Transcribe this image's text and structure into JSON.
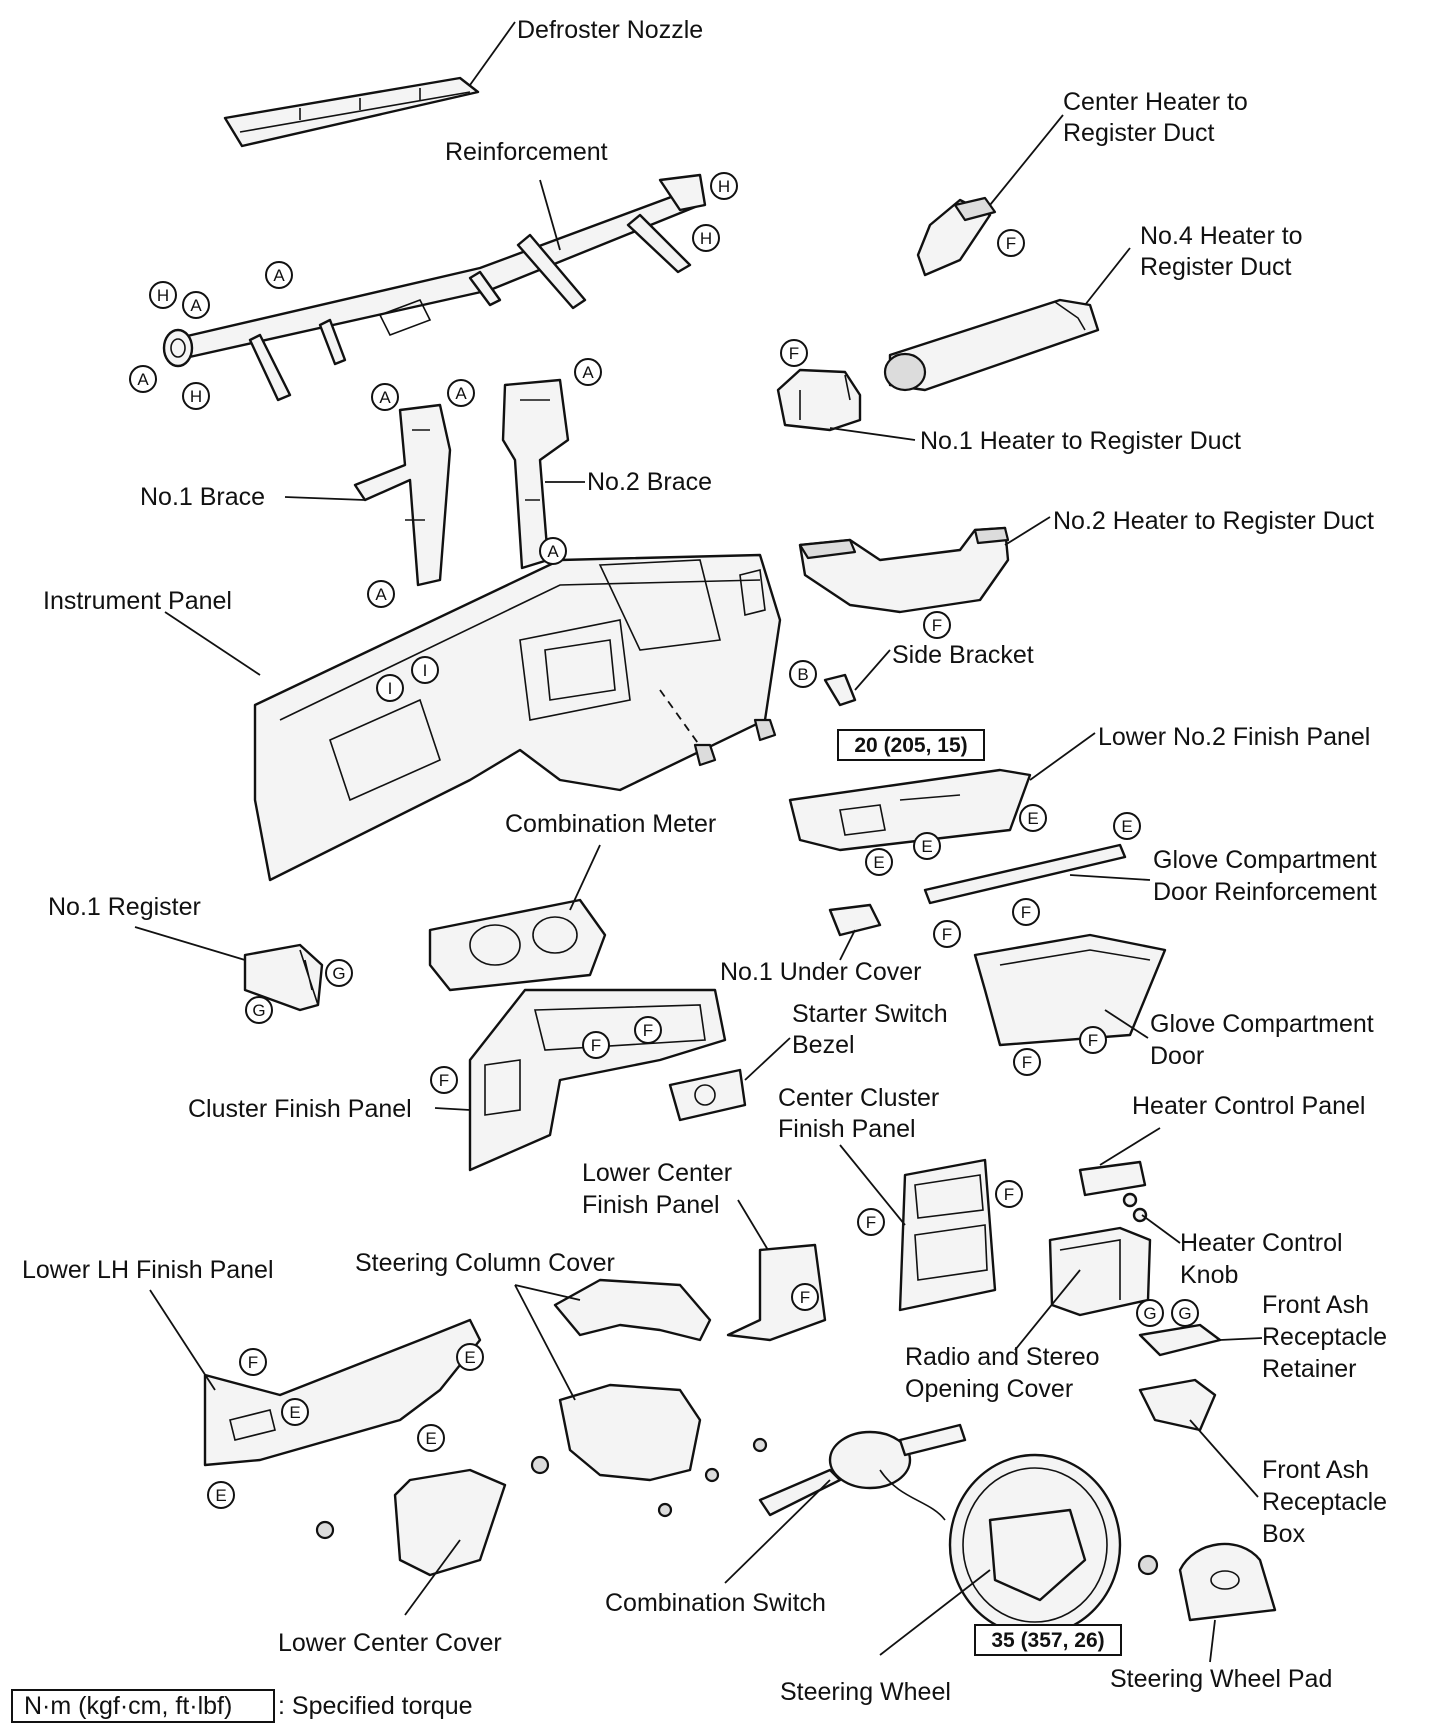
{
  "labels": {
    "defroster_nozzle": "Defroster Nozzle",
    "reinforcement": "Reinforcement",
    "center_heater_duct_1": "Center Heater to",
    "center_heater_duct_2": "Register Duct",
    "no4_heater_duct_1": "No.4 Heater to",
    "no4_heater_duct_2": "Register Duct",
    "no1_heater_duct": "No.1 Heater to Register Duct",
    "no1_brace": "No.1 Brace",
    "no2_brace": "No.2 Brace",
    "no2_heater_duct": "No.2 Heater to Register Duct",
    "instrument_panel": "Instrument Panel",
    "side_bracket": "Side Bracket",
    "lower_no2_finish_panel": "Lower No.2 Finish Panel",
    "combination_meter": "Combination Meter",
    "glove_reinf_1": "Glove Compartment",
    "glove_reinf_2": "Door Reinforcement",
    "no1_register": "No.1 Register",
    "no1_under_cover": "No.1 Under Cover",
    "starter_bezel_1": "Starter Switch",
    "starter_bezel_2": "Bezel",
    "glove_door_1": "Glove Compartment",
    "glove_door_2": "Door",
    "cluster_finish_panel": "Cluster Finish Panel",
    "center_cluster_1": "Center Cluster",
    "center_cluster_2": "Finish Panel",
    "heater_control_panel": "Heater Control Panel",
    "lower_center_finish_1": "Lower Center",
    "lower_center_finish_2": "Finish Panel",
    "heater_knob_1": "Heater Control",
    "heater_knob_2": "Knob",
    "lower_lh_finish_panel": "Lower LH Finish Panel",
    "steering_column_cover": "Steering Column Cover",
    "ash_retainer_1": "Front Ash",
    "ash_retainer_2": "Receptacle",
    "ash_retainer_3": "Retainer",
    "radio_cover_1": "Radio and Stereo",
    "radio_cover_2": "Opening Cover",
    "ash_box_1": "Front Ash",
    "ash_box_2": "Receptacle",
    "ash_box_3": "Box",
    "combination_switch": "Combination Switch",
    "lower_center_cover": "Lower Center Cover",
    "steering_wheel": "Steering Wheel",
    "steering_wheel_pad": "Steering Wheel Pad"
  },
  "torque": {
    "side_bracket_bolt": "20 (205, 15)",
    "steering_wheel_nut": "35 (357, 26)"
  },
  "legend": {
    "unit_box": "N·m (kgf·cm, ft·lbf)",
    "meaning": ": Specified torque"
  },
  "markers": {
    "A": "A",
    "B": "B",
    "E": "E",
    "F": "F",
    "G": "G",
    "H": "H",
    "I": "I"
  }
}
